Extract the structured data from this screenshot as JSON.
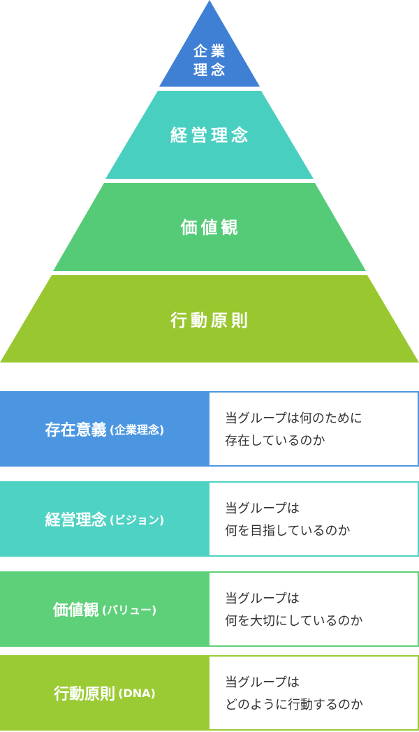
{
  "pyramid": {
    "levels": [
      {
        "label_line1": "企業",
        "label_line2": "理念",
        "color": "#3F7FD4"
      },
      {
        "label": "経営理念",
        "color": "#49CFC0"
      },
      {
        "label": "価値観",
        "color": "#55CB78"
      },
      {
        "label": "行動原則",
        "color": "#99C72F"
      }
    ]
  },
  "rows": [
    {
      "title": "存在意義",
      "subtitle": "(企業理念)",
      "desc_line1": "当グループは何のために",
      "desc_line2": "存在しているのか",
      "color": "#4C96E1"
    },
    {
      "title": "経営理念",
      "subtitle": "(ビジョン)",
      "desc_line1": "当グループは",
      "desc_line2": "何を目指しているのか",
      "color": "#4ED2C3"
    },
    {
      "title": "価値観",
      "subtitle": "(バリュー)",
      "desc_line1": "当グループは",
      "desc_line2": "何を大切にしているのか",
      "color": "#5ED07A"
    },
    {
      "title": "行動原則",
      "subtitle": "(DNA)",
      "desc_line1": "当グループは",
      "desc_line2": "どのように行動するのか",
      "color": "#9BCB34"
    }
  ]
}
